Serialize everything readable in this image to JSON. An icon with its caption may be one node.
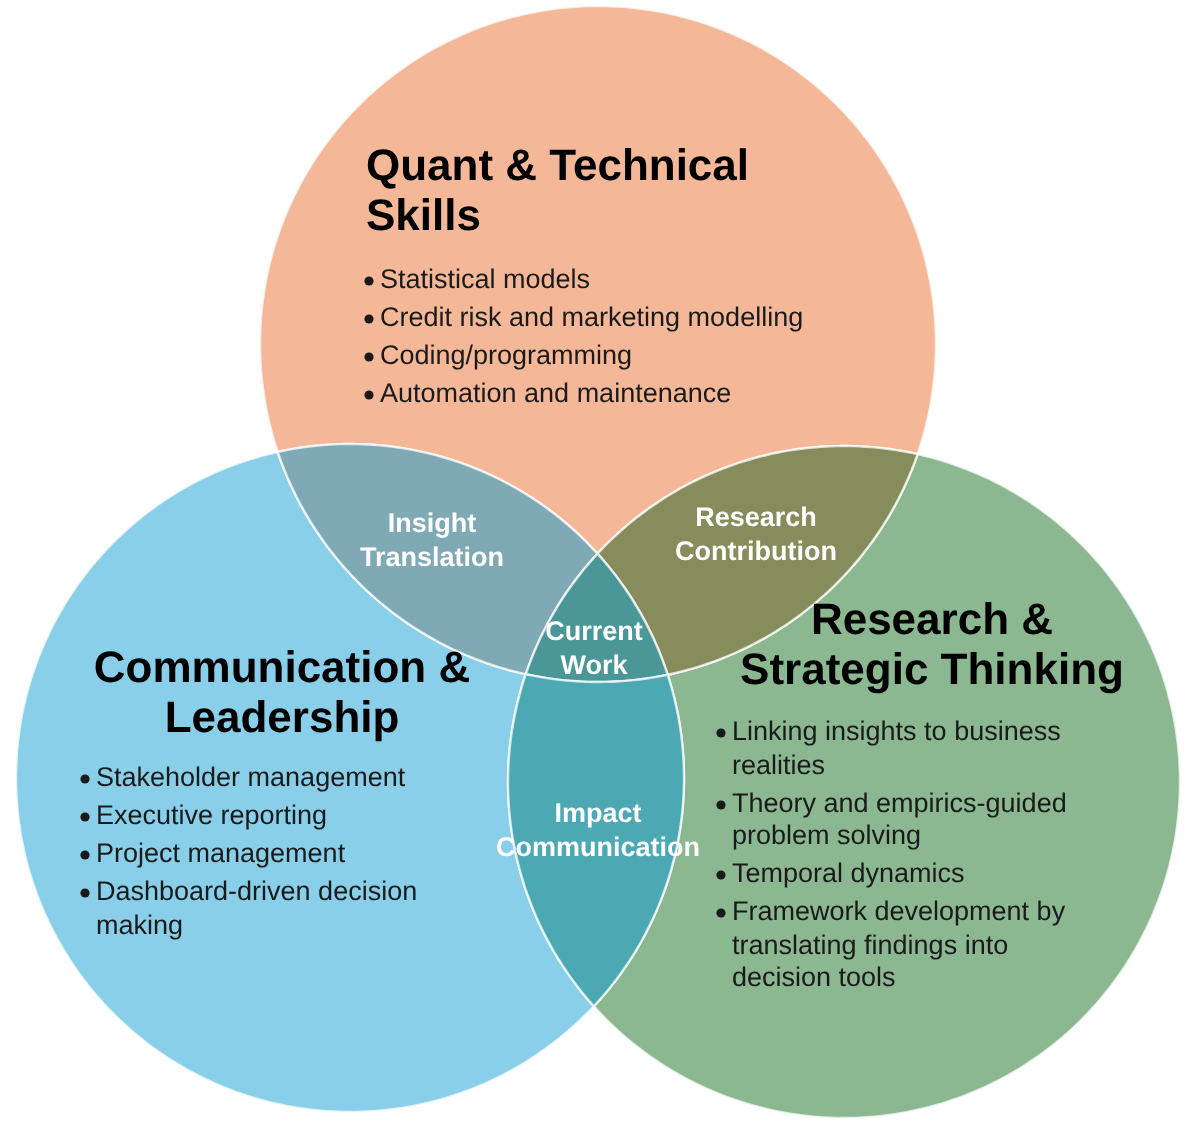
{
  "diagram": {
    "nodes": [
      {
        "text": [
          "Quant & Technical Skills",
          "Statistical models",
          "Credit risk and marketing modelling",
          "Coding/programming",
          "Automation and maintenance"
        ]
      },
      {
        "text": [
          "Communication & Leadership",
          "Stakeholder management",
          "Executive reporting",
          "Project management",
          "Dashboard-driven decision making"
        ]
      },
      {
        "text": [
          "Research & Strategic Thinking",
          "Linking insights to business realities",
          "Theory and empirics-guided problem solving",
          "Temporal dynamics",
          "Framework development by translating findings into decision tools"
        ]
      },
      {
        "text": [
          "Insight Translation"
        ]
      },
      {
        "text": [
          "Research Contribution"
        ]
      },
      {
        "text": [
          "Current Work"
        ]
      },
      {
        "text": [
          "Impact Communication"
        ]
      }
    ]
  }
}
